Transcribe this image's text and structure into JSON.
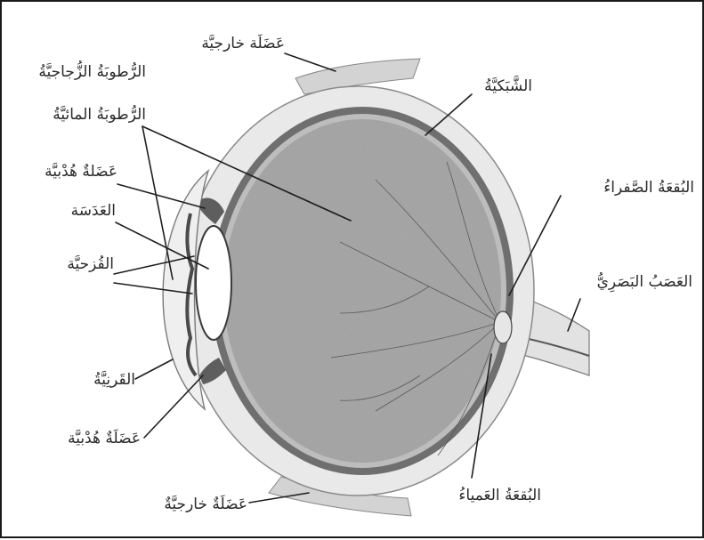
{
  "labels": {
    "extrinsic_muscle_top": "عَضَلَة خارجيَّة",
    "vitreous_humor": "الرُّطوبَةُ الزُّجاجيَّةُ",
    "aqueous_humor": "الرُّطوبَةُ المائيَّةُ",
    "ciliary_muscle_top": "عَضَلةٌ هُدْبيَّة",
    "lens": "العَدَسَة",
    "iris": "القُزحيَّة",
    "cornea": "القَرنِيَّةُ",
    "ciliary_muscle_bottom": "عَضَلَةٌ هُدْبيَّة",
    "extrinsic_muscle_bottom": "عَضَلَةٌ خارجيَّةٌ",
    "retina": "الشَّبَكيَّةُ",
    "yellow_spot": "البُقعَةُ الصَّفراءُ",
    "optic_nerve": "العَصَبُ البَصَرِيُّ",
    "blind_spot": "البُقعَةُ العَمياءُ"
  },
  "colors": {
    "sclera": "#e9e9e9",
    "choroid": "#6f6f6f",
    "vitreous": "#a9a9a9",
    "lens": "#ffffff",
    "ink": "#1e1e1e"
  }
}
